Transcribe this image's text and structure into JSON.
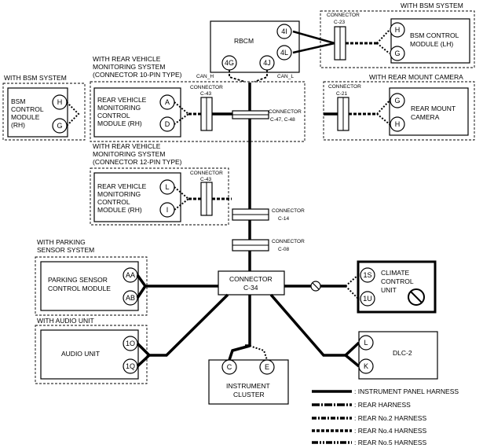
{
  "modules": {
    "rbcm": {
      "label": "RBCM",
      "pins": [
        "4I",
        "4L",
        "4G",
        "4J"
      ],
      "can_h": "CAN_H",
      "can_l": "CAN_L"
    },
    "bsm_lh": {
      "group": "WITH BSM SYSTEM",
      "connector": "CONNECTOR",
      "connector_id": "C-23",
      "label": [
        "BSM CONTROL",
        "MODULE (LH)"
      ],
      "pins": [
        "H",
        "G"
      ]
    },
    "bsm_rh": {
      "group": "WITH BSM SYSTEM",
      "label": [
        "BSM",
        "CONTROL",
        "MODULE",
        "(RH)"
      ],
      "pins": [
        "H",
        "G"
      ]
    },
    "rvm10": {
      "group": [
        "WITH REAR VEHICLE",
        "MONITORING SYSTEM",
        "(CONNECTOR 10-PIN TYPE)"
      ],
      "connector": "CONNECTOR",
      "connector_id": "C-43",
      "label": [
        "REAR VEHICLE",
        "MONITORING",
        "CONTROL",
        "MODULE (RH)"
      ],
      "pins": [
        "A",
        "D"
      ]
    },
    "rear_cam": {
      "group": "WITH REAR MOUNT CAMERA",
      "connector": "CONNECTOR",
      "connector_id": "C-21",
      "label": [
        "REAR MOUNT",
        "CAMERA"
      ],
      "pins": [
        "G",
        "H"
      ]
    },
    "rvm12": {
      "group": [
        "WITH REAR VEHICLE",
        "MONITORING SYSTEM",
        "(CONNECTOR 12-PIN TYPE)"
      ],
      "connector": "CONNECTOR",
      "connector_id": "C-43",
      "label": [
        "REAR VEHICLE",
        "MONITORING",
        "CONTROL",
        "MODULE (RH)"
      ],
      "pins": [
        "L",
        "I"
      ]
    },
    "parking": {
      "group": [
        "WITH PARKING",
        "SENSOR SYSTEM"
      ],
      "label": [
        "PARKING SENSOR",
        "CONTROL MODULE"
      ],
      "pins": [
        "AA",
        "AB"
      ]
    },
    "audio": {
      "group": "WITH AUDIO UNIT",
      "label": "AUDIO UNIT",
      "pins": [
        "1O",
        "1Q"
      ]
    },
    "climate": {
      "label": [
        "CLIMATE",
        "CONTROL",
        "UNIT"
      ],
      "pins": [
        "1S",
        "1U"
      ]
    },
    "dlc2": {
      "label": "DLC-2",
      "pins": [
        "L",
        "K"
      ]
    },
    "cluster": {
      "label": [
        "INSTRUMENT",
        "CLUSTER"
      ],
      "pins": [
        "C",
        "E"
      ]
    }
  },
  "connectors": {
    "c47": {
      "label": "CONNECTOR",
      "id": "C-47, C-48"
    },
    "c14": {
      "label": "CONNECTOR",
      "id": "C-14"
    },
    "c08": {
      "label": "CONNECTOR",
      "id": "C-08"
    },
    "c34": {
      "label": "CONNECTOR",
      "id": "C-34"
    }
  },
  "legend": [
    {
      "label": ": INSTRUMENT PANEL HARNESS"
    },
    {
      "label": ": REAR HARNESS"
    },
    {
      "label": ": REAR No.2 HARNESS"
    },
    {
      "label": ": REAR No.4 HARNESS"
    },
    {
      "label": ": REAR No.5 HARNESS"
    }
  ]
}
